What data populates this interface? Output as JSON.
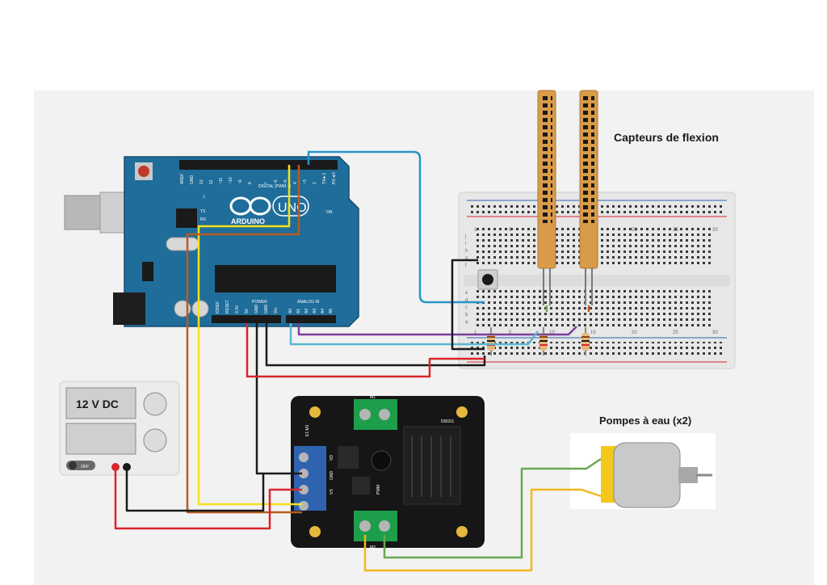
{
  "labels": {
    "flex_sensors": "Capteurs de flexion",
    "pumps": "Pompes à eau (x2)"
  },
  "power_supply": {
    "voltage_display": "12 V DC",
    "off_label": "OFF"
  },
  "arduino": {
    "brand": "ARDUINO",
    "model": "UNO",
    "digital_label": "DIGITAL (PWM ~)",
    "power_label": "POWER",
    "analog_label": "ANALOG IN",
    "on_label": "ON",
    "tx_label": "TX",
    "rx_label": "RX",
    "l_label": "L",
    "digital_pins": [
      "AREF",
      "GND",
      "13",
      "12",
      "~11",
      "~10",
      "~9",
      "8",
      "7",
      "~6",
      "~5",
      "4",
      "~3",
      "2",
      "TX►1",
      "RX◄0"
    ],
    "power_pins": [
      "IOREF",
      "RESET",
      "3.3V",
      "5V",
      "GND",
      "GND",
      "Vin"
    ],
    "analog_pins": [
      "A0",
      "A1",
      "A2",
      "A3",
      "A4",
      "A5"
    ]
  },
  "motor_driver": {
    "m1_label": "M1",
    "m2_label": "M2",
    "e1m1_label": "E1 M1",
    "pins": [
      "VD",
      "GND",
      "VS"
    ],
    "product_code": "530311",
    "pwm_label": "PWM"
  },
  "breadboard": {
    "cols": [
      "1",
      "5",
      "10",
      "15",
      "20",
      "25",
      "30"
    ],
    "rows_top": [
      "j",
      "i",
      "h",
      "g",
      "f"
    ],
    "rows_bottom": [
      "e",
      "d",
      "c",
      "b",
      "a"
    ]
  },
  "colors": {
    "arduino_board": "#1f6d9a",
    "driver_board": "#161616",
    "terminal_green": "#1d9e4a",
    "flex_sensor": "#d89b4a",
    "motor_yellow": "#f2c81a",
    "wire_red": "#d9252b",
    "wire_black": "#1a1a1a",
    "wire_yellow": "#f5e11a",
    "wire_orange": "#b85b1f",
    "wire_blue": "#2596c8",
    "wire_lightblue": "#5bb7d1",
    "wire_purple": "#7a3f9e",
    "wire_green": "#6aa84f",
    "wire_gold": "#f1b81c"
  }
}
